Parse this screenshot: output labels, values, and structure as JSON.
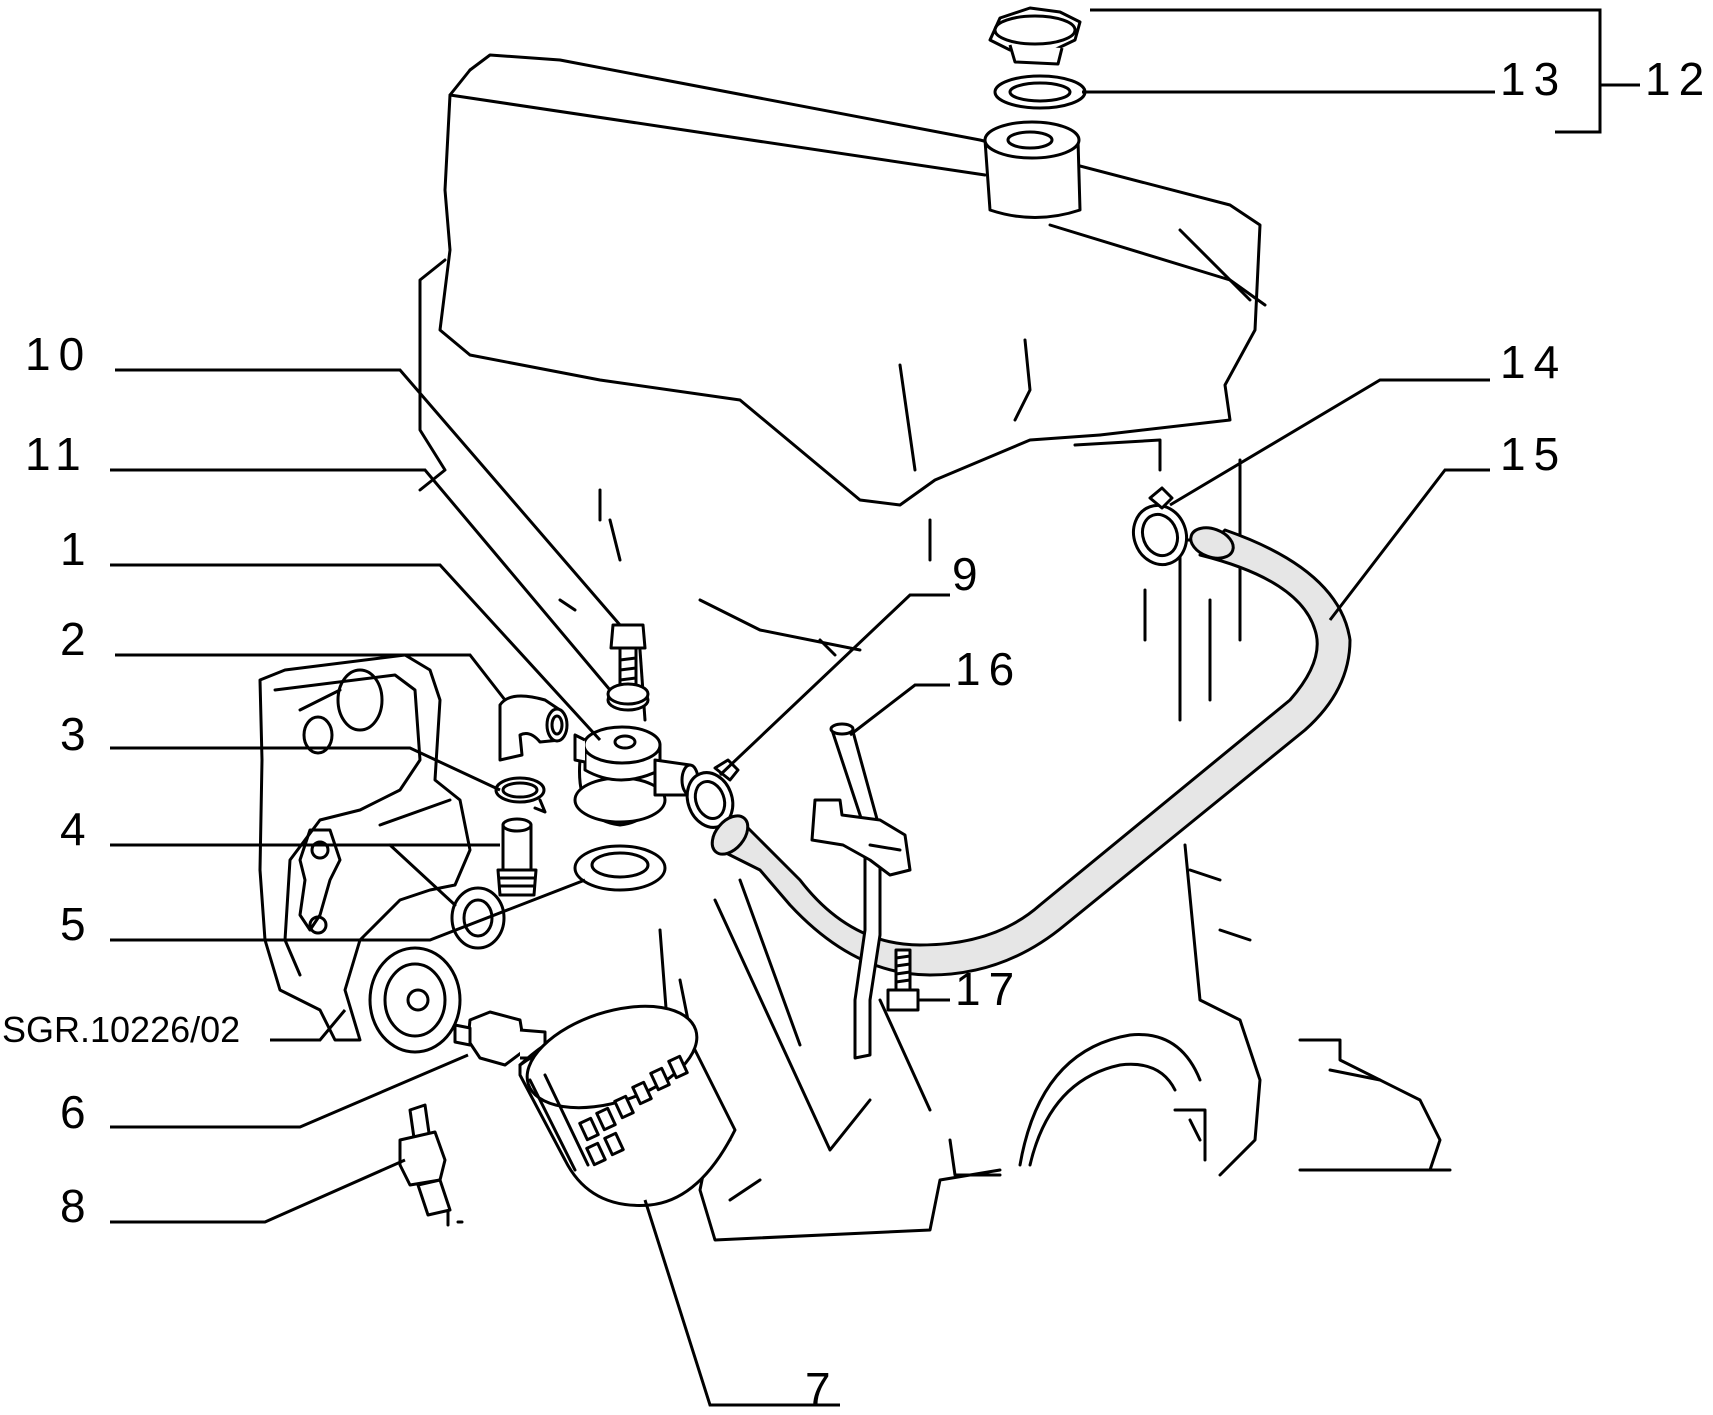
{
  "diagram": {
    "reference_code": "SGR.10226/02",
    "callouts": {
      "c1": "1",
      "c2": "2",
      "c3": "3",
      "c4": "4",
      "c5": "5",
      "c6": "6",
      "c7": "7",
      "c8": "8",
      "c9": "9",
      "c10": "10",
      "c11": "11",
      "c12": "12",
      "c13": "13",
      "c14": "14",
      "c15": "15",
      "c16": "16",
      "c17": "17"
    }
  }
}
